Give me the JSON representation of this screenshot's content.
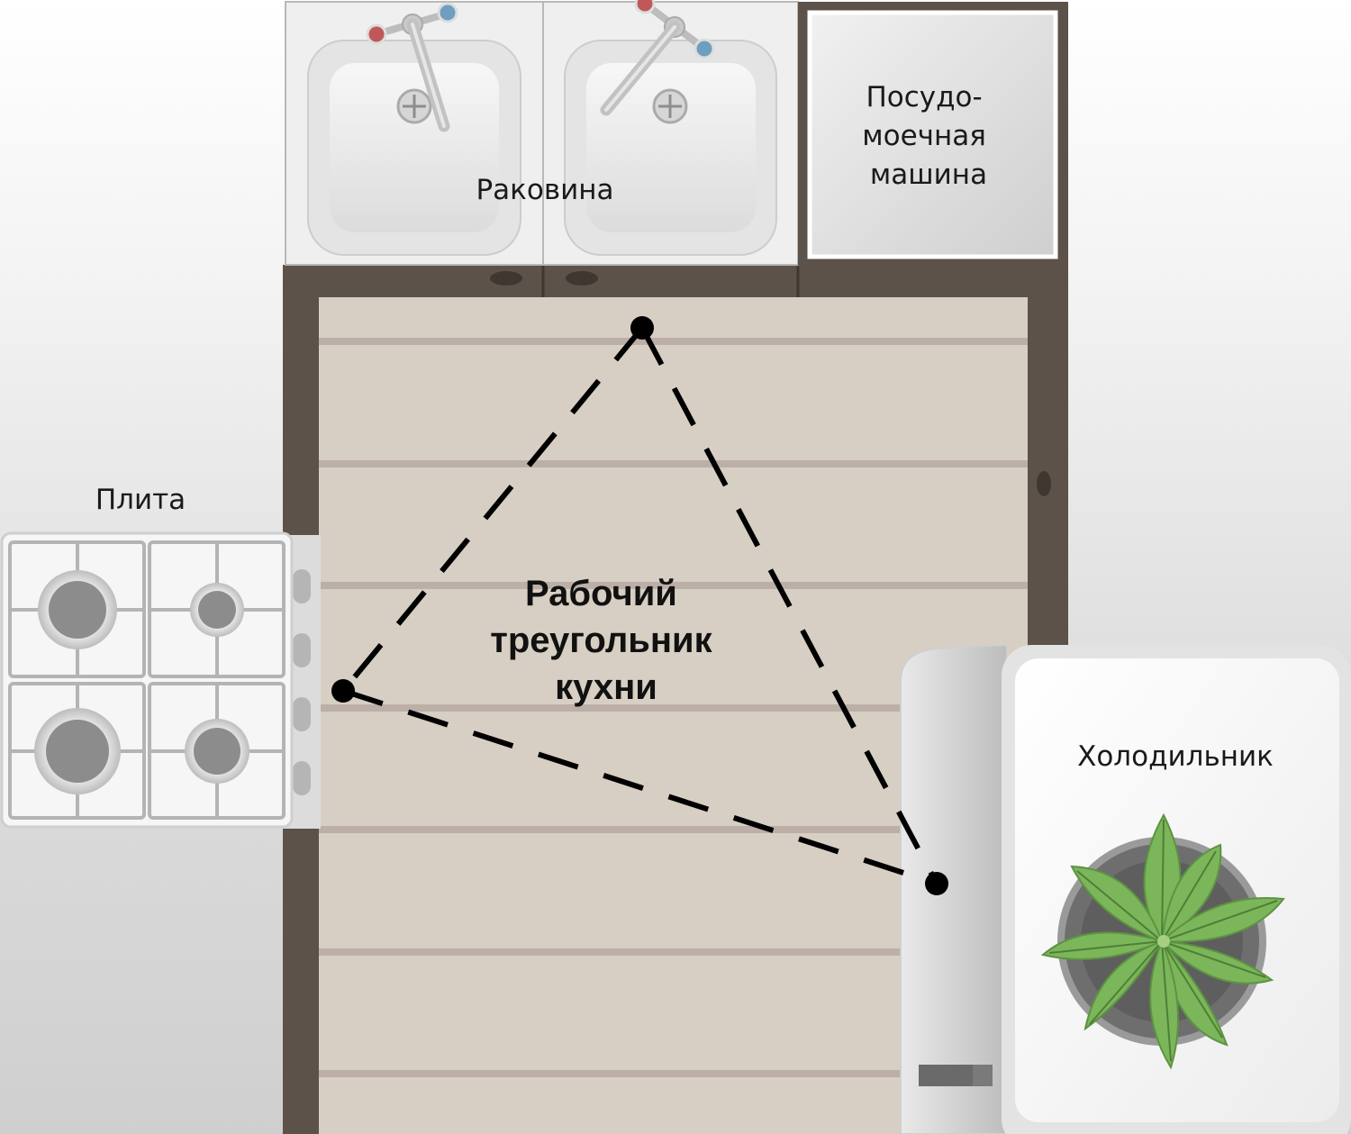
{
  "labels": {
    "sink": "Раковина",
    "dishwasher": [
      "Посудо-",
      "моечная",
      "машина"
    ],
    "stove": "Плита",
    "triangle": [
      "Рабочий",
      "треугольник",
      "кухни"
    ],
    "fridge": "Холодильник"
  },
  "colors": {
    "floor": "#d7cfc3",
    "floor_line": "#bbafa7",
    "cabinet_frame": "#5c524a",
    "dashed_line": "#000000",
    "faucet_hot": "#c0585a",
    "faucet_cold": "#6e9fc0",
    "plant_leaf": "#7cb65a"
  },
  "icons": [
    "faucet-icon",
    "drain-icon",
    "burner-icon",
    "knob-icon",
    "plant-icon"
  ]
}
